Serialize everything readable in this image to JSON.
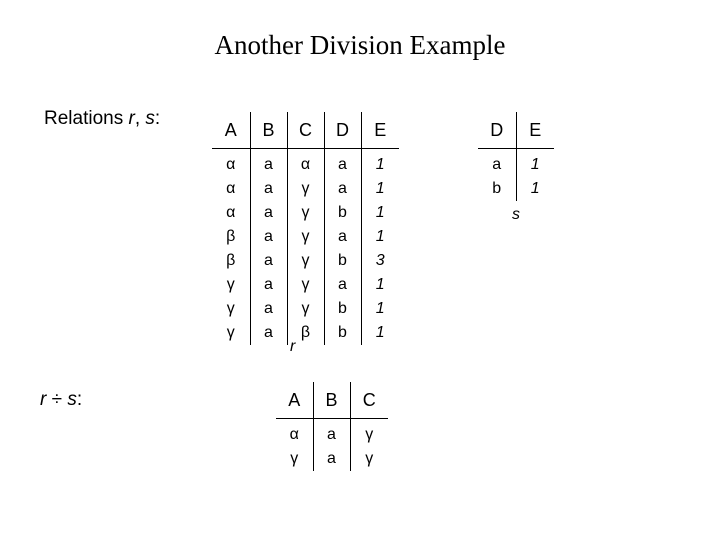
{
  "title": "Another Division Example",
  "labels": {
    "relations_prefix": "Relations ",
    "relations_r": "r",
    "relations_sep": ", ",
    "relations_s": "s",
    "relations_suffix": ":",
    "division_r": "r",
    "division_op": " ÷ ",
    "division_s": "s",
    "division_suffix": ":"
  },
  "relation_r": {
    "caption": "r",
    "headers": [
      "A",
      "B",
      "C",
      "D",
      "E"
    ],
    "rows": [
      [
        "α",
        "a",
        "α",
        "a",
        "1"
      ],
      [
        "α",
        "a",
        "γ",
        "a",
        "1"
      ],
      [
        "α",
        "a",
        "γ",
        "b",
        "1"
      ],
      [
        "β",
        "a",
        "γ",
        "a",
        "1"
      ],
      [
        "β",
        "a",
        "γ",
        "b",
        "3"
      ],
      [
        "γ",
        "a",
        "γ",
        "a",
        "1"
      ],
      [
        "γ",
        "a",
        "γ",
        "b",
        "1"
      ],
      [
        "γ",
        "a",
        "β",
        "b",
        "1"
      ]
    ]
  },
  "relation_s": {
    "caption": "s",
    "headers": [
      "D",
      "E"
    ],
    "rows": [
      [
        "a",
        "1"
      ],
      [
        "b",
        "1"
      ]
    ]
  },
  "result": {
    "headers": [
      "A",
      "B",
      "C"
    ],
    "rows": [
      [
        "α",
        "a",
        "γ"
      ],
      [
        "γ",
        "a",
        "γ"
      ]
    ]
  }
}
